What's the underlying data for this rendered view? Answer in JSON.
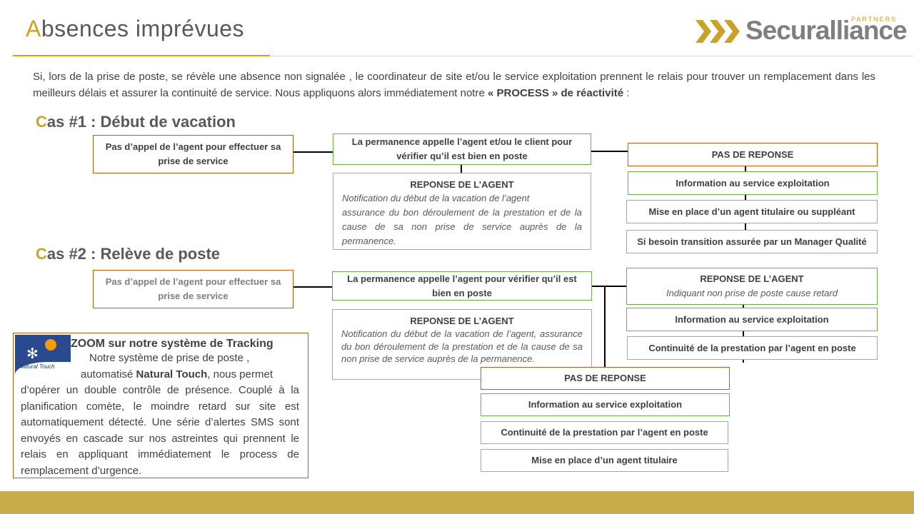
{
  "header": {
    "title_first": "A",
    "title_rest": "bsences imprévues",
    "logo_name": "Securalliance",
    "logo_tagline": "PARTNERS"
  },
  "intro": {
    "text_before": "Si, lors de la prise de poste, se révèle une absence non signalée , le coordinateur de site et/ou le service exploitation prennent le relais pour trouver un remplacement dans les meilleurs délais et assurer la continuité de service. Nous appliquons alors immédiatement notre ",
    "bold": "« PROCESS » de réactivité",
    "text_after": " :"
  },
  "case1": {
    "title_first": "C",
    "title_rest": "as #1 : Début de vacation",
    "start_box": "Pas d’appel de l’agent pour effectuer sa prise de service",
    "call_box": "La permanence appelle l’agent et/ou le client pour vérifier qu’il est bien en poste",
    "response_title": "REPONSE DE L’AGENT",
    "response_text_1": "Notification du début de la vacation de l’agent",
    "response_text_2": "assurance du bon déroulement de la prestation et de la cause de sa non prise de service auprès de la permanence.",
    "no_response": "PAS DE REPONSE",
    "steps": [
      "Information au service exploitation",
      "Mise en place d’un agent titulaire ou suppléant",
      "Si besoin transition assurée par un Manager Qualité"
    ]
  },
  "case2": {
    "title_first": "C",
    "title_rest": "as #2 : Relève de poste",
    "start_box": "Pas d’appel de l’agent pour effectuer sa prise de service",
    "call_box": "La permanence appelle l’agent pour vérifier qu’il est bien en poste",
    "response_title": "REPONSE DE L’AGENT",
    "response_text": "Notification du début de la vacation de l’agent, assurance du bon déroulement de la prestation et de la cause de sa non prise de service auprès de la permanence.",
    "agent_response_title": "REPONSE DE L’AGENT",
    "agent_response_text": "Indiquant non prise de poste cause retard",
    "agent_steps": [
      "Information au service exploitation",
      "Continuité de la prestation par l’agent en poste"
    ],
    "no_response": "PAS DE REPONSE",
    "no_response_steps": [
      "Information au service exploitation",
      "Continuité de la prestation par l’agent en poste",
      "Mise en place d’un agent titulaire"
    ]
  },
  "zoom": {
    "logo_label": "Natural Touch",
    "title": "ZOOM sur notre système de Tracking",
    "line1": "Notre système de prise de poste ,",
    "line2_before": "automatisé ",
    "line2_bold": "Natural Touch",
    "line2_after": ", nous permet",
    "rest": "d’opérer un double contrôle de présence. Couplé à la planification comète, le moindre retard sur site est automatiquement détecté. Une série d’alertes SMS sont envoyés en cascade sur nos astreintes qui prennent le relais en appliquant immédiatement le process de remplacement d’urgence."
  },
  "colors": {
    "gold": "#c9a227",
    "orange_border": "#c55a11",
    "green_border": "#70ad47",
    "gray_border": "#a6a6a6",
    "bottom_bar": "#c8ac4c"
  }
}
